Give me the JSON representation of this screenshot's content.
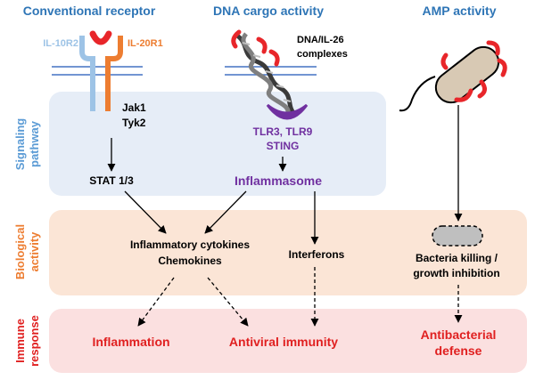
{
  "columns": {
    "conventional": "Conventional receptor",
    "dna_cargo": "DNA cargo activity",
    "amp": "AMP activity"
  },
  "rows": {
    "signaling": [
      "Signaling",
      "pathway"
    ],
    "biological": [
      "Biological",
      "activity"
    ],
    "immune": [
      "Immune",
      "response"
    ]
  },
  "receptors": {
    "il10r2": "IL-10R2",
    "il20r1": "IL-20R1"
  },
  "dna_complex": [
    "DNA/IL-26",
    "complexes"
  ],
  "signaling": {
    "jak1": "Jak1",
    "tyk2": "Tyk2",
    "tlr": "TLR3, TLR9",
    "sting": "STING",
    "stat": "STAT 1/3",
    "inflammasome": "Inflammasome"
  },
  "biological": {
    "cytokines": "Inflammatory cytokines",
    "chemokines": "Chemokines",
    "interferons": "Interferons",
    "bacteria_1": "Bacteria killing /",
    "bacteria_2": "growth inhibition"
  },
  "immune": {
    "inflammation": "Inflammation",
    "antiviral": "Antiviral immunity",
    "antibacterial_1": "Antibacterial",
    "antibacterial_2": "defense"
  },
  "colors": {
    "column_title": "#2e75b6",
    "row_label_signaling": "#5b9bd5",
    "row_label_biological": "#ed7d31",
    "row_label_immune": "#e02020",
    "panel_signaling": "#e6edf7",
    "panel_biological": "#fbe5d6",
    "panel_immune": "#fbe0e0",
    "receptor_il10r2": "#9dc3e6",
    "receptor_il20r1": "#ed7d31",
    "il26": "#e8262a",
    "tlr": "#7030a0",
    "inflammasome": "#7030a0",
    "immune_text": "#e02020"
  }
}
